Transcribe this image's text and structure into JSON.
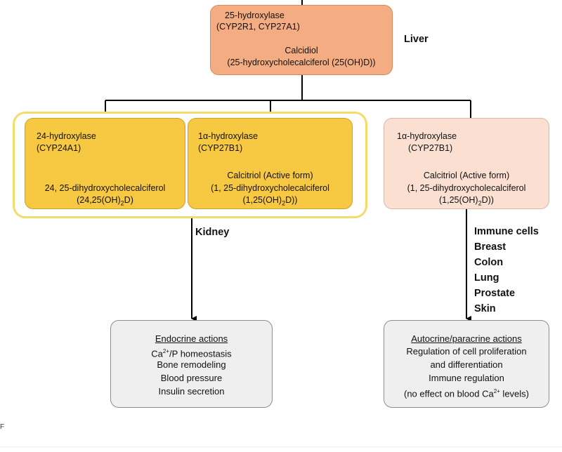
{
  "liver": {
    "enzyme": "25-hydroxylase",
    "enzyme_genes": "(CYP2R1, CYP27A1)",
    "product": "Calcidiol",
    "product_detail": "(25-hydroxycholecalciferol (25(OH)D))",
    "organ_label": "Liver"
  },
  "kidney": {
    "organ_label": "Kidney",
    "left_box": {
      "enzyme": "24-hydroxylase",
      "enzyme_gene": "(CYP24A1)",
      "product": "24, 25-dihydroxycholecalciferol",
      "product_abbr_prefix": "(24,25(OH)",
      "product_abbr_sub": "2",
      "product_abbr_suffix": "D)"
    },
    "right_box": {
      "enzyme": "1α-hydroxylase",
      "enzyme_gene": "(CYP27B1)",
      "product": "Calcitriol (Active form)",
      "product_detail": "(1, 25-dihydroxycholecalciferol",
      "product_abbr_prefix": "(1,25(OH)",
      "product_abbr_sub": "2",
      "product_abbr_suffix": "D))"
    }
  },
  "extrarenal": {
    "enzyme": "1α-hydroxylase",
    "enzyme_gene": "(CYP27B1)",
    "product": "Calcitriol (Active form)",
    "product_detail": "(1, 25-dihydroxycholecalciferol",
    "product_abbr_prefix": "(1,25(OH)",
    "product_abbr_sub": "2",
    "product_abbr_suffix": "D))",
    "tissues": [
      "Immune cells",
      "Breast",
      "Colon",
      "Lung",
      "Prostate",
      "Skin"
    ]
  },
  "endocrine": {
    "title": "Endocrine actions",
    "line1_prefix": "Ca",
    "line1_sup": "2+",
    "line1_suffix": "/P homeostasis",
    "line2": "Bone remodeling",
    "line3": "Blood pressure",
    "line4": "Insulin secretion"
  },
  "autocrine": {
    "title": "Autocrine/paracrine actions",
    "line1": "Regulation of cell proliferation",
    "line2": "and differentiation",
    "line3": "Immune regulation",
    "line4_prefix": "(no effect on blood Ca",
    "line4_sup": "2+",
    "line4_suffix": " levels)"
  },
  "edge_mark": "F"
}
